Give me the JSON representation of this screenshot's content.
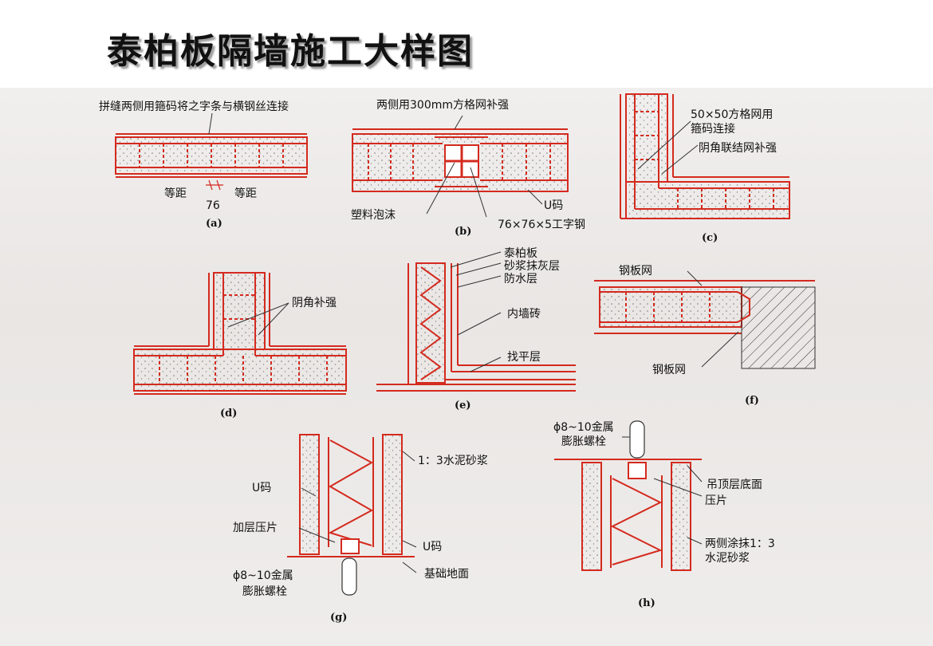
{
  "title": "泰柏板隔墙施工大样图",
  "panels": {
    "a": {
      "caption": "(a)",
      "note_top": "拼缝两侧用箍码将之字条与横钢丝连接",
      "left_label": "等距",
      "right_label": "等距",
      "dim": "76"
    },
    "b": {
      "caption": "(b)",
      "note_top": "两侧用300mm方格网补强",
      "foam": "塑料泡沫",
      "u_clip": "U码",
      "ibeam": "76×76×5工字钢"
    },
    "c": {
      "caption": "(c)",
      "mesh": "50×50方格网用",
      "mesh2": "箍码连接",
      "corner": "阴角联结网补强"
    },
    "d": {
      "caption": "(d)",
      "corner": "阴角补强"
    },
    "e": {
      "caption": "(e)",
      "board": "泰柏板",
      "plaster": "砂浆抹灰层",
      "waterproof": "防水层",
      "brick": "内墙砖",
      "level": "找平层"
    },
    "f": {
      "caption": "(f)",
      "mesh_top": "钢板网",
      "mesh_bottom": "钢板网"
    },
    "g": {
      "caption": "(g)",
      "mortar": "1：3水泥砂浆",
      "u_clip": "U码",
      "press": "加层压片",
      "u_clip2": "U码",
      "bolt1": "ϕ8~10金属",
      "bolt2": "膨胀螺栓",
      "ground": "基础地面"
    },
    "h": {
      "caption": "(h)",
      "bolt1": "ϕ8~10金属",
      "bolt2": "膨胀螺栓",
      "ceiling": "吊顶层底面",
      "press": "压片",
      "mortar1": "两侧涂抹1：3",
      "mortar2": "水泥砂浆"
    }
  },
  "colors": {
    "line": "#d42a1e",
    "ink": "#111111"
  }
}
